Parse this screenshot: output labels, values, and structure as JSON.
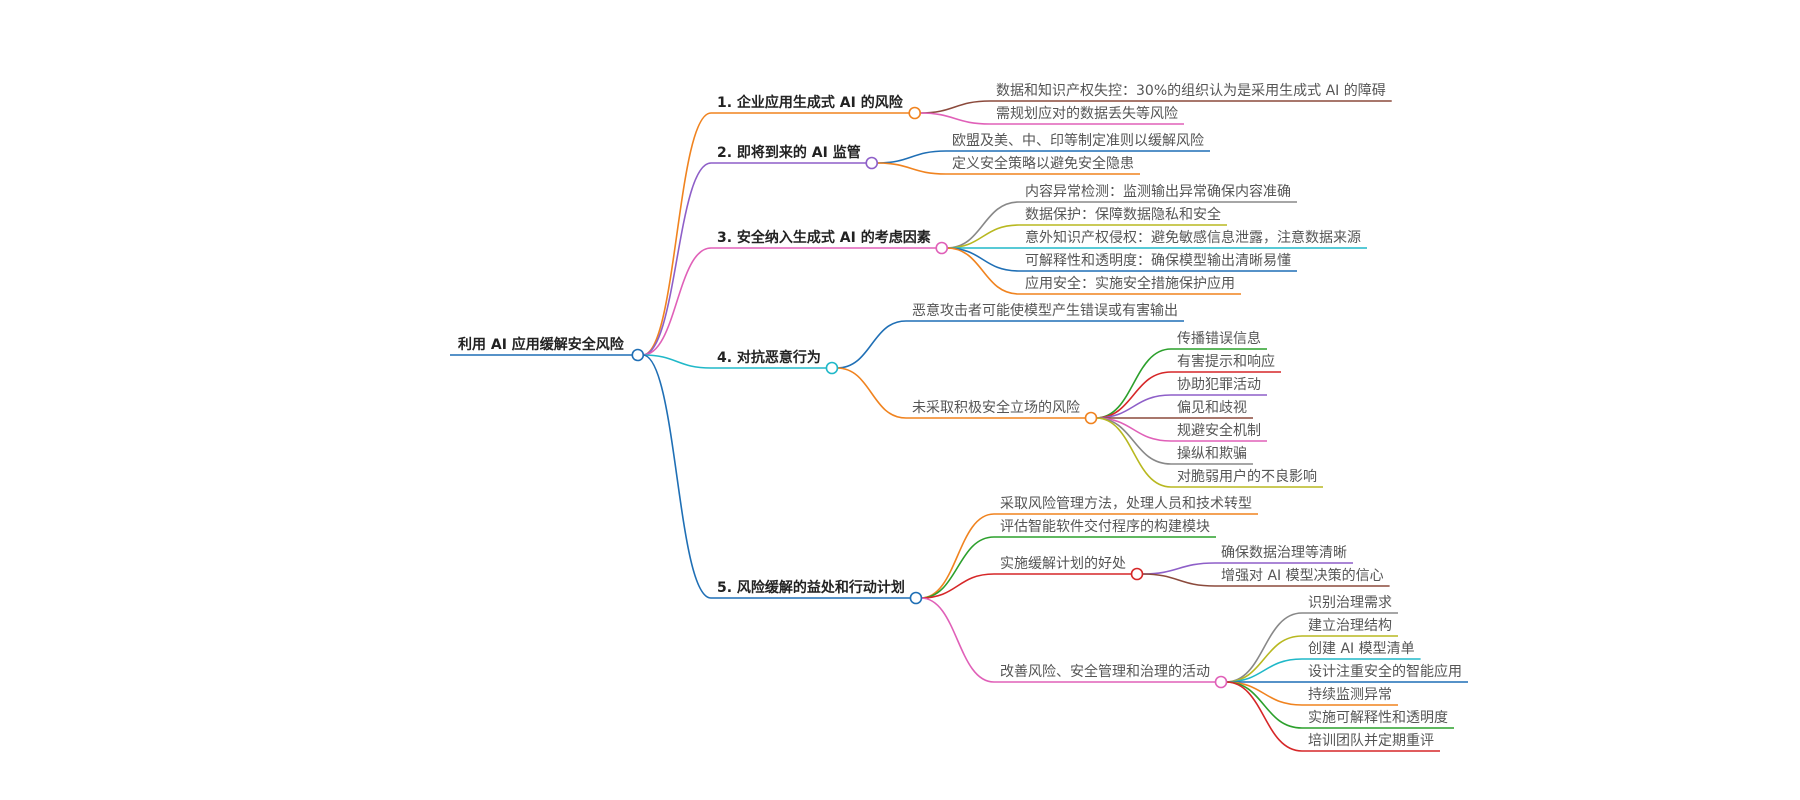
{
  "root": {
    "label": "利用 AI 应用缓解安全风险",
    "color": "#1f6fb5"
  },
  "branches": [
    {
      "label": "1. 企业应用生成式 AI 的风险",
      "color": "#f0831f",
      "children": [
        {
          "label": "数据和知识产权失控：30%的组织认为是采用生成式 AI 的障碍",
          "color": "#8b4a3c"
        },
        {
          "label": "需规划应对的数据丢失等风险",
          "color": "#e060b8"
        }
      ]
    },
    {
      "label": "2. 即将到来的 AI 监管",
      "color": "#8e5fc8",
      "children": [
        {
          "label": "欧盟及美、中、印等制定准则以缓解风险",
          "color": "#1f6fb5"
        },
        {
          "label": "定义安全策略以避免安全隐患",
          "color": "#f0831f"
        }
      ]
    },
    {
      "label": "3. 安全纳入生成式 AI 的考虑因素",
      "color": "#e060b8",
      "children": [
        {
          "label": "内容异常检测：监测输出异常确保内容准确",
          "color": "#888888"
        },
        {
          "label": "数据保护：保障数据隐私和安全",
          "color": "#b8b820"
        },
        {
          "label": "意外知识产权侵权：避免敏感信息泄露，注意数据来源",
          "color": "#20b8c8"
        },
        {
          "label": "可解释性和透明度：确保模型输出清晰易懂",
          "color": "#1f6fb5"
        },
        {
          "label": "应用安全：实施安全措施保护应用",
          "color": "#f0831f"
        }
      ]
    },
    {
      "label": "4. 对抗恶意行为",
      "color": "#20b8c8",
      "children": [
        {
          "label": "恶意攻击者可能使模型产生错误或有害输出",
          "color": "#1f6fb5",
          "children": []
        },
        {
          "label": "未采取积极安全立场的风险",
          "color": "#f0831f",
          "children": [
            {
              "label": "传播错误信息",
              "color": "#2ca02c"
            },
            {
              "label": "有害提示和响应",
              "color": "#d62728"
            },
            {
              "label": "协助犯罪活动",
              "color": "#8e5fc8"
            },
            {
              "label": "偏见和歧视",
              "color": "#8b4a3c"
            },
            {
              "label": "规避安全机制",
              "color": "#e060b8"
            },
            {
              "label": "操纵和欺骗",
              "color": "#888888"
            },
            {
              "label": "对脆弱用户的不良影响",
              "color": "#b8b820"
            }
          ]
        }
      ]
    },
    {
      "label": "5. 风险缓解的益处和行动计划",
      "color": "#1f6fb5",
      "children": [
        {
          "label": "采取风险管理方法，处理人员和技术转型",
          "color": "#f0831f",
          "children": []
        },
        {
          "label": "评估智能软件交付程序的构建模块",
          "color": "#2ca02c",
          "children": []
        },
        {
          "label": "实施缓解计划的好处",
          "color": "#d62728",
          "children": [
            {
              "label": "确保数据治理等清晰",
              "color": "#8e5fc8"
            },
            {
              "label": "增强对 AI 模型决策的信心",
              "color": "#8b4a3c"
            }
          ]
        },
        {
          "label": "改善风险、安全管理和治理的活动",
          "color": "#e060b8",
          "children": [
            {
              "label": "识别治理需求",
              "color": "#888888"
            },
            {
              "label": "建立治理结构",
              "color": "#b8b820"
            },
            {
              "label": "创建 AI 模型清单",
              "color": "#20b8c8"
            },
            {
              "label": "设计注重安全的智能应用",
              "color": "#1f6fb5"
            },
            {
              "label": "持续监测异常",
              "color": "#f0831f"
            },
            {
              "label": "实施可解释性和透明度",
              "color": "#2ca02c"
            },
            {
              "label": "培训团队并定期重评",
              "color": "#d62728"
            }
          ]
        }
      ]
    }
  ]
}
